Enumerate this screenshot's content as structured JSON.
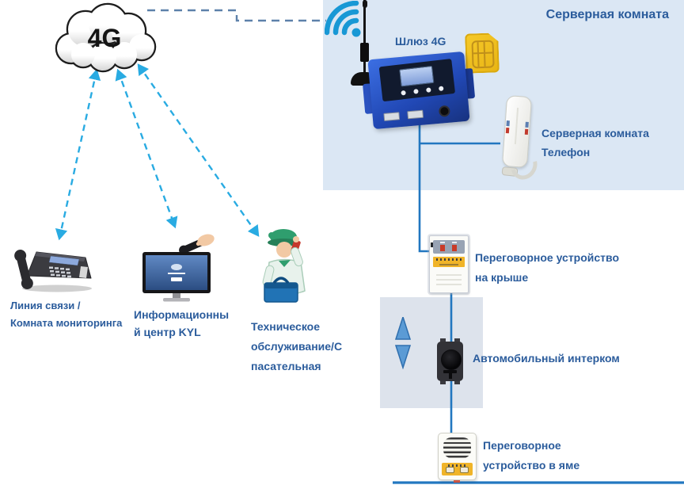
{
  "cloud": {
    "label": "4G"
  },
  "server_room": {
    "title": "Серверная комната",
    "gateway_label": "Шлюз 4G",
    "phone_line1": "Серверная комната",
    "phone_line2": "Телефон"
  },
  "roof_intercom": {
    "line1": "Переговорное устройство",
    "line2": "на крыше"
  },
  "car_intercom": {
    "label": "Автомобильный интерком"
  },
  "pit_intercom": {
    "line1": "Переговорное",
    "line2": "устройство в яме"
  },
  "monitoring_room": {
    "line1": "Линия связи /",
    "line2": "Комната мониторинга"
  },
  "info_center": {
    "line1": "Информационны",
    "line2": "й центр KYL"
  },
  "maintenance": {
    "line1": "Техническое",
    "line2": "обслуживание/С",
    "line3": "пасательная"
  },
  "colors": {
    "label_text": "#2b5c9c",
    "server_panel_bg": "#dbe7f4",
    "shaft_bg": "#dde3ec",
    "connector_line": "#2277c0",
    "dashed_arrow": "#29abe2",
    "dashed_link": "#5d81aa",
    "gateway_blue": "#2350b8",
    "sim_gold": "#f2c21d",
    "intercom_yellow": "#f0b429",
    "wifi_teal": "#1898d5"
  }
}
